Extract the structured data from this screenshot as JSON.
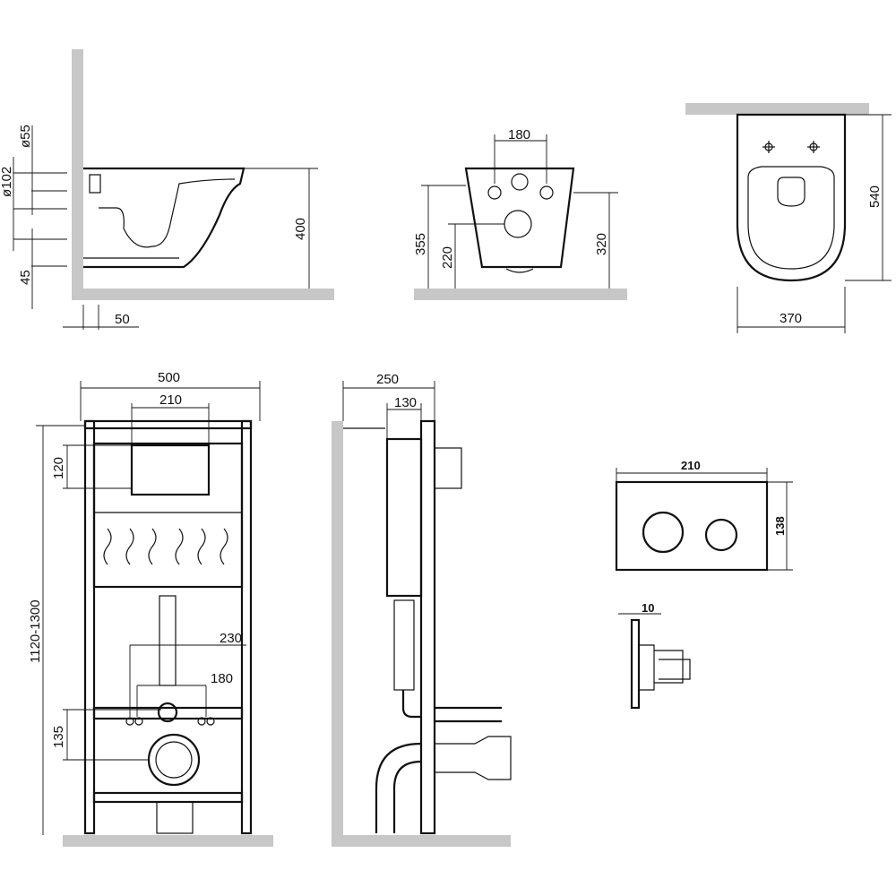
{
  "side_view": {
    "d_outlet_small": "ø55",
    "d_outlet_large": "ø102",
    "bottom_offset": "45",
    "wall_gap": "50",
    "height": "400"
  },
  "front_view": {
    "hole_spacing": "180",
    "mount_height": "355",
    "outlet_height": "220",
    "bowl_height": "320"
  },
  "top_view": {
    "length": "540",
    "width": "370"
  },
  "frame_front": {
    "width": "500",
    "button_width": "210",
    "button_offset": "120",
    "height_range": "1120-1300",
    "bolt_span_outer": "230",
    "bolt_span_inner": "180",
    "outlet_height": "135"
  },
  "frame_side": {
    "depth": "250",
    "cistern_depth": "130"
  },
  "flush_plate": {
    "width": "210",
    "height": "138",
    "thickness": "10"
  },
  "colors": {
    "wall": "#c7c7c7",
    "line": "#111111"
  }
}
